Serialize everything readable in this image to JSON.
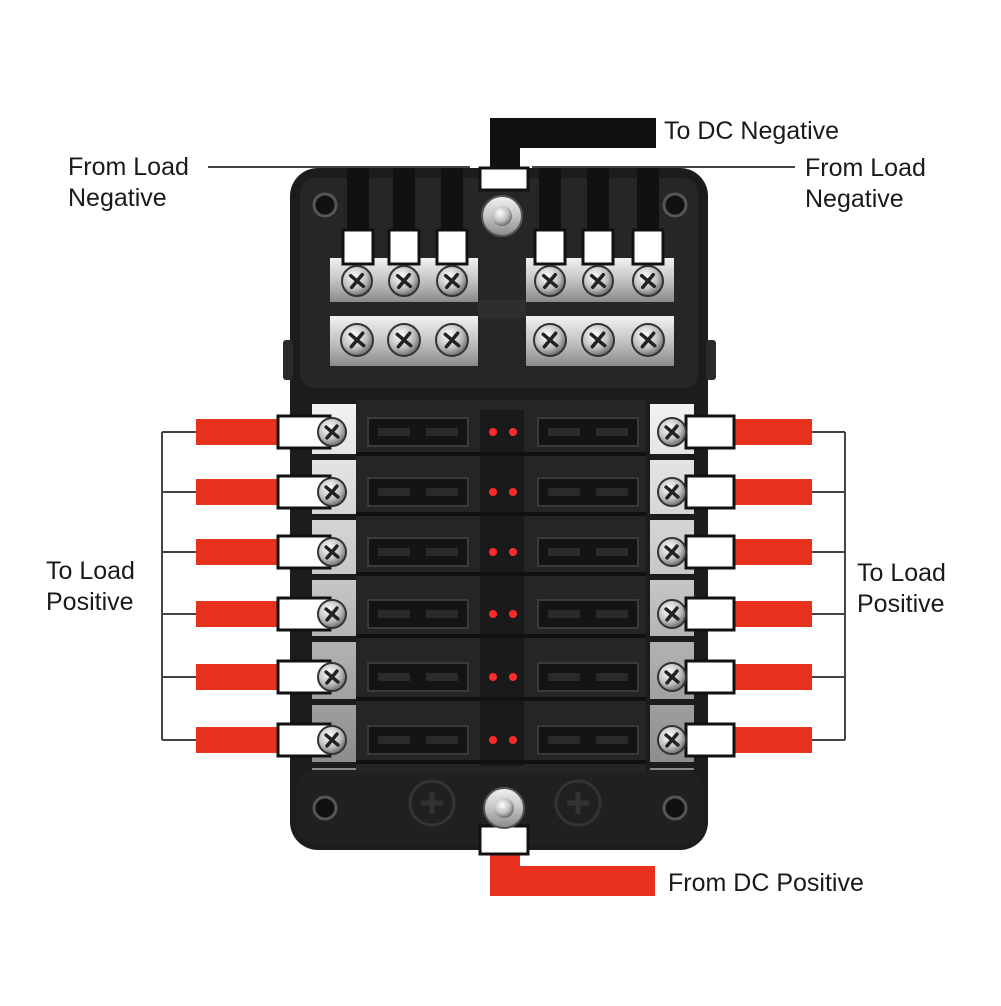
{
  "labels": {
    "to_dc_negative": "To DC Negative",
    "from_load_negative_left": [
      "From Load",
      "Negative"
    ],
    "from_load_negative_right": [
      "From Load",
      "Negative"
    ],
    "to_load_positive_left": [
      "To Load",
      "Positive"
    ],
    "to_load_positive_right": [
      "To Load",
      "Positive"
    ],
    "from_dc_positive": "From DC Positive"
  },
  "colors": {
    "wire_positive": "#e8321e",
    "wire_negative": "#111111",
    "housing": "#1c1c1c",
    "fuse_indicator": "#ff2a2a",
    "metal": "#c9c9c9"
  }
}
